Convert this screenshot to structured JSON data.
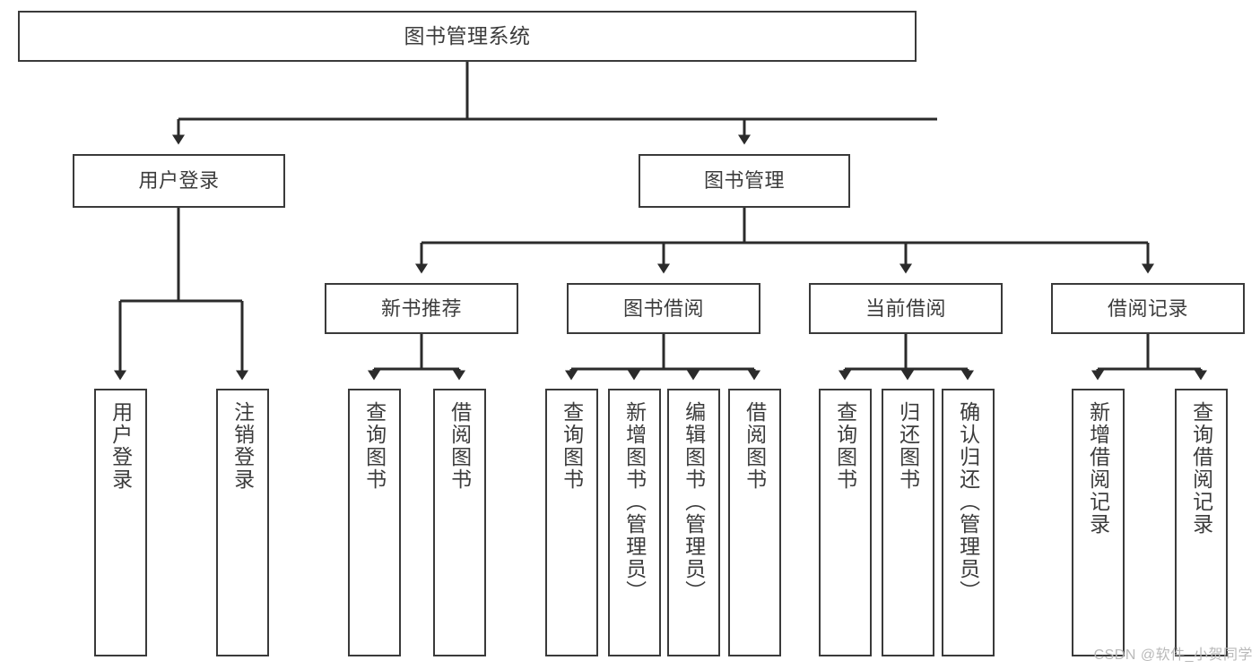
{
  "diagram": {
    "title": "图书管理系统",
    "type": "tree",
    "watermark": "CSDN @软件_小贺同学",
    "colors": {
      "box_border": "#3a3a3a",
      "box_fill": "#ffffff",
      "connector": "#2b2b2b",
      "text": "#3c3c3c",
      "watermark": "#b9b9b9",
      "background": "#ffffff"
    },
    "nodes": {
      "root": {
        "label": "图书管理系统"
      },
      "level1": [
        {
          "id": "user-login",
          "label": "用户登录"
        },
        {
          "id": "book-management",
          "label": "图书管理"
        }
      ],
      "level2": [
        {
          "id": "new-book-recommend",
          "label": "新书推荐",
          "parent": "book-management"
        },
        {
          "id": "book-borrow",
          "label": "图书借阅",
          "parent": "book-management"
        },
        {
          "id": "current-borrow",
          "label": "当前借阅",
          "parent": "book-management"
        },
        {
          "id": "borrow-record",
          "label": "借阅记录",
          "parent": "book-management"
        }
      ],
      "leaves": {
        "user-login": [
          {
            "id": "leaf-user-login",
            "label": "用户登录"
          },
          {
            "id": "leaf-user-logout",
            "label": "注销登录"
          }
        ],
        "new-book-recommend": [
          {
            "id": "leaf-query-book-1",
            "label": "查询图书"
          },
          {
            "id": "leaf-borrow-book-1",
            "label": "借阅图书"
          }
        ],
        "book-borrow": [
          {
            "id": "leaf-query-book-2",
            "label": "查询图书"
          },
          {
            "id": "leaf-add-book",
            "label": "新增图书（管理员）"
          },
          {
            "id": "leaf-edit-book",
            "label": "编辑图书（管理员）"
          },
          {
            "id": "leaf-borrow-book-2",
            "label": "借阅图书"
          }
        ],
        "current-borrow": [
          {
            "id": "leaf-query-book-3",
            "label": "查询图书"
          },
          {
            "id": "leaf-return-book",
            "label": "归还图书"
          },
          {
            "id": "leaf-confirm-return",
            "label": "确认归还（管理员）"
          }
        ],
        "borrow-record": [
          {
            "id": "leaf-add-record",
            "label": "新增借阅记录"
          },
          {
            "id": "leaf-query-record",
            "label": "查询借阅记录"
          }
        ]
      }
    }
  }
}
